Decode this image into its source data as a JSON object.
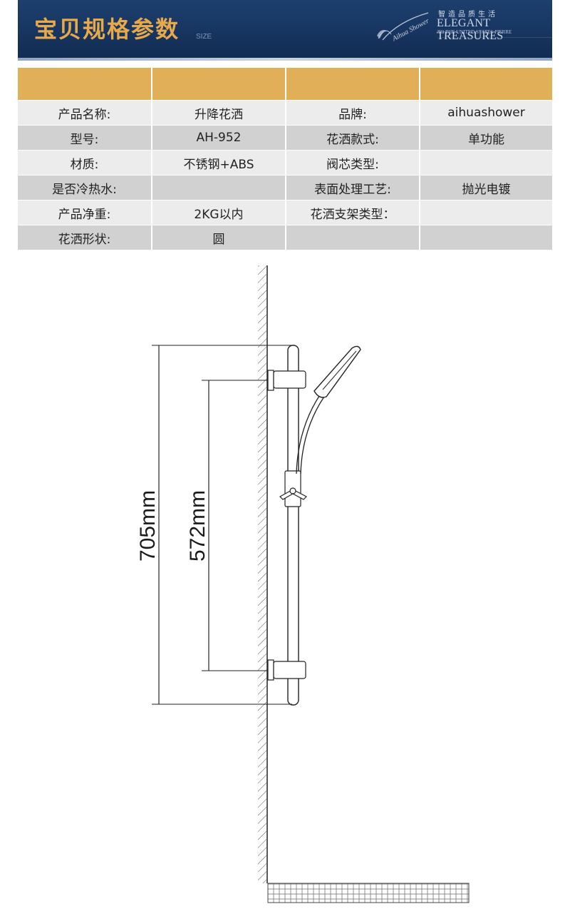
{
  "header": {
    "title": "宝贝规格参数",
    "size_label": "SIZE",
    "slogan_cn": "智造品质生活",
    "slogan_en": "ELEGANT TREASURES",
    "tagline": "TO THE UNITED STATES PIERRE",
    "logo_text": "Aihua Shower"
  },
  "colors": {
    "banner": "#173560",
    "accent_gold": "#e8a94a",
    "table_header": "#e0af58",
    "row_light": "#ececec",
    "row_dark": "#d1d1d1"
  },
  "specs": {
    "header": [
      "",
      "",
      "",
      ""
    ],
    "rows": [
      [
        "产品名称:",
        "升降花洒",
        "品牌:",
        "aihuashower"
      ],
      [
        "型号:",
        "AH-952",
        "花洒款式:",
        "单功能"
      ],
      [
        "材质:",
        "不锈钢+ABS",
        "阀芯类型:",
        ""
      ],
      [
        "是否冷热水:",
        "",
        "表面处理工艺:",
        "抛光电镀"
      ],
      [
        "产品净重:",
        "2KG以内",
        "花洒支架类型：",
        ""
      ],
      [
        "花洒形状:",
        "圆",
        "",
        ""
      ]
    ]
  },
  "drawing": {
    "dimension_outer": "705mm",
    "dimension_inner": "572mm"
  }
}
